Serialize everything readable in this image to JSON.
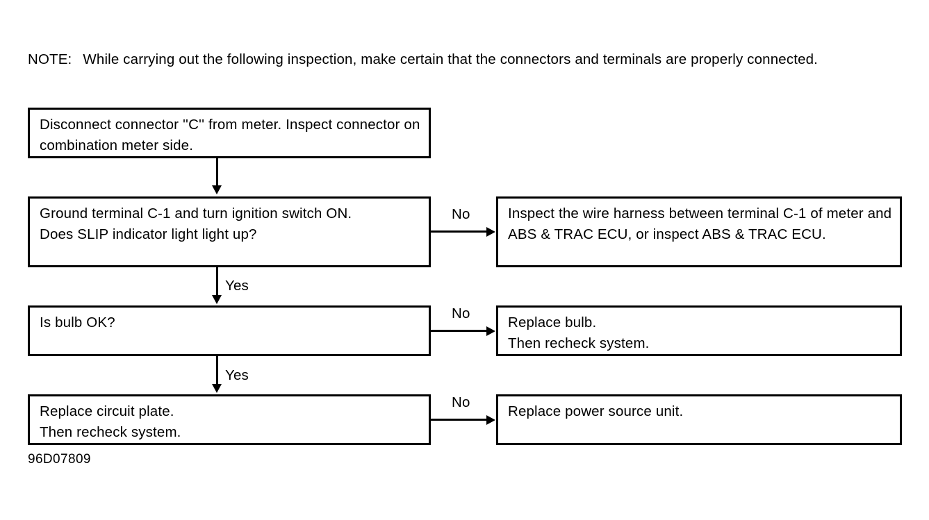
{
  "note": {
    "label": "NOTE:",
    "text": "While carrying out the following inspection, make certain that the connectors and terminals are properly connected."
  },
  "flowchart": {
    "type": "diagnostic-flowchart",
    "boxes": [
      {
        "id": "disconnect",
        "column": "left",
        "row": 1,
        "text": "Disconnect connector ''C'' from meter. Inspect connector on combination meter side."
      },
      {
        "id": "ground",
        "column": "left",
        "row": 2,
        "text": "Ground terminal C-1 and turn ignition switch ON.\nDoes SLIP indicator light light up?"
      },
      {
        "id": "harness",
        "column": "right",
        "row": 2,
        "text": "Inspect the wire harness between terminal C-1 of meter and ABS & TRAC ECU, or inspect ABS & TRAC ECU."
      },
      {
        "id": "bulb",
        "column": "left",
        "row": 3,
        "text": "Is bulb OK?"
      },
      {
        "id": "replace-bulb",
        "column": "right",
        "row": 3,
        "text": "Replace bulb.\nThen recheck system."
      },
      {
        "id": "circuit-plate",
        "column": "left",
        "row": 4,
        "text": "Replace circuit plate.\nThen recheck system."
      },
      {
        "id": "power-source",
        "column": "right",
        "row": 4,
        "text": "Replace power source unit."
      }
    ],
    "branch_labels": {
      "yes_1": "Yes",
      "yes_2": "Yes",
      "no_1": "No",
      "no_2": "No",
      "no_3": "No"
    }
  },
  "figure_reference": "96D07809",
  "colors": {
    "ink": "#000000",
    "paper": "#ffffff"
  }
}
